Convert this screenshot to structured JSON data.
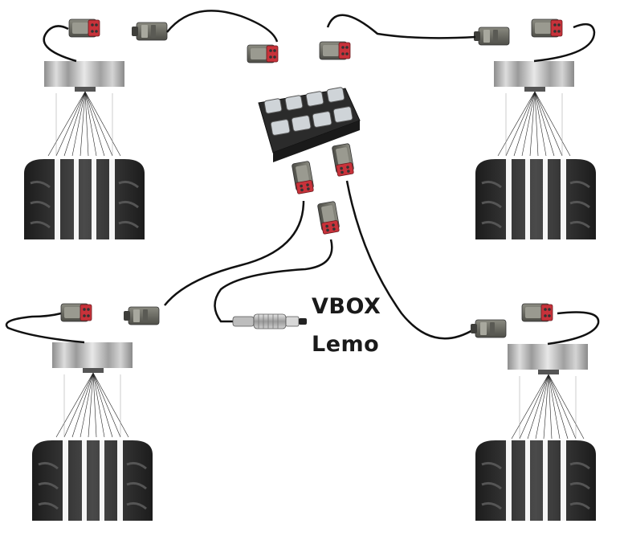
{
  "labels": {
    "vbox": "VBOX",
    "lemo": "Lemo"
  },
  "components": {
    "sensor_count": 4,
    "hub_ports": 8,
    "icons": [
      "tyre-icon",
      "temperature-sensor-icon",
      "connector-plug-icon",
      "connector-socket-icon",
      "junction-box-icon",
      "lemo-connector-icon"
    ]
  },
  "colors": {
    "cable": "#111111",
    "connector_body": "#6e6e66",
    "connector_face": "#c8323a",
    "hub": "#2b2b2b",
    "tyre": "#2a2a2a",
    "sensor": "#b8b8b8"
  }
}
